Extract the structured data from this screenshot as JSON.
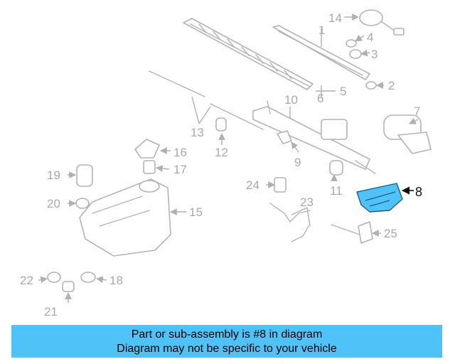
{
  "labels": {
    "n1": "1",
    "n2": "2",
    "n3": "3",
    "n4": "4",
    "n5": "5",
    "n6": "6",
    "n7": "7",
    "n8": "8",
    "n9": "9",
    "n10": "10",
    "n11": "11",
    "n12": "12",
    "n13": "13",
    "n14": "14",
    "n15": "15",
    "n16": "16",
    "n17": "17",
    "n18": "18",
    "n19": "19",
    "n20": "20",
    "n21": "21",
    "n22": "22",
    "n23": "23",
    "n24": "24",
    "n25": "25"
  },
  "highlight": {
    "part_number": "8",
    "color": "#4fc3f7"
  },
  "caption": {
    "line1": "Part or sub-assembly is #8 in diagram",
    "line2": "Diagram may not be specific to your vehicle"
  }
}
